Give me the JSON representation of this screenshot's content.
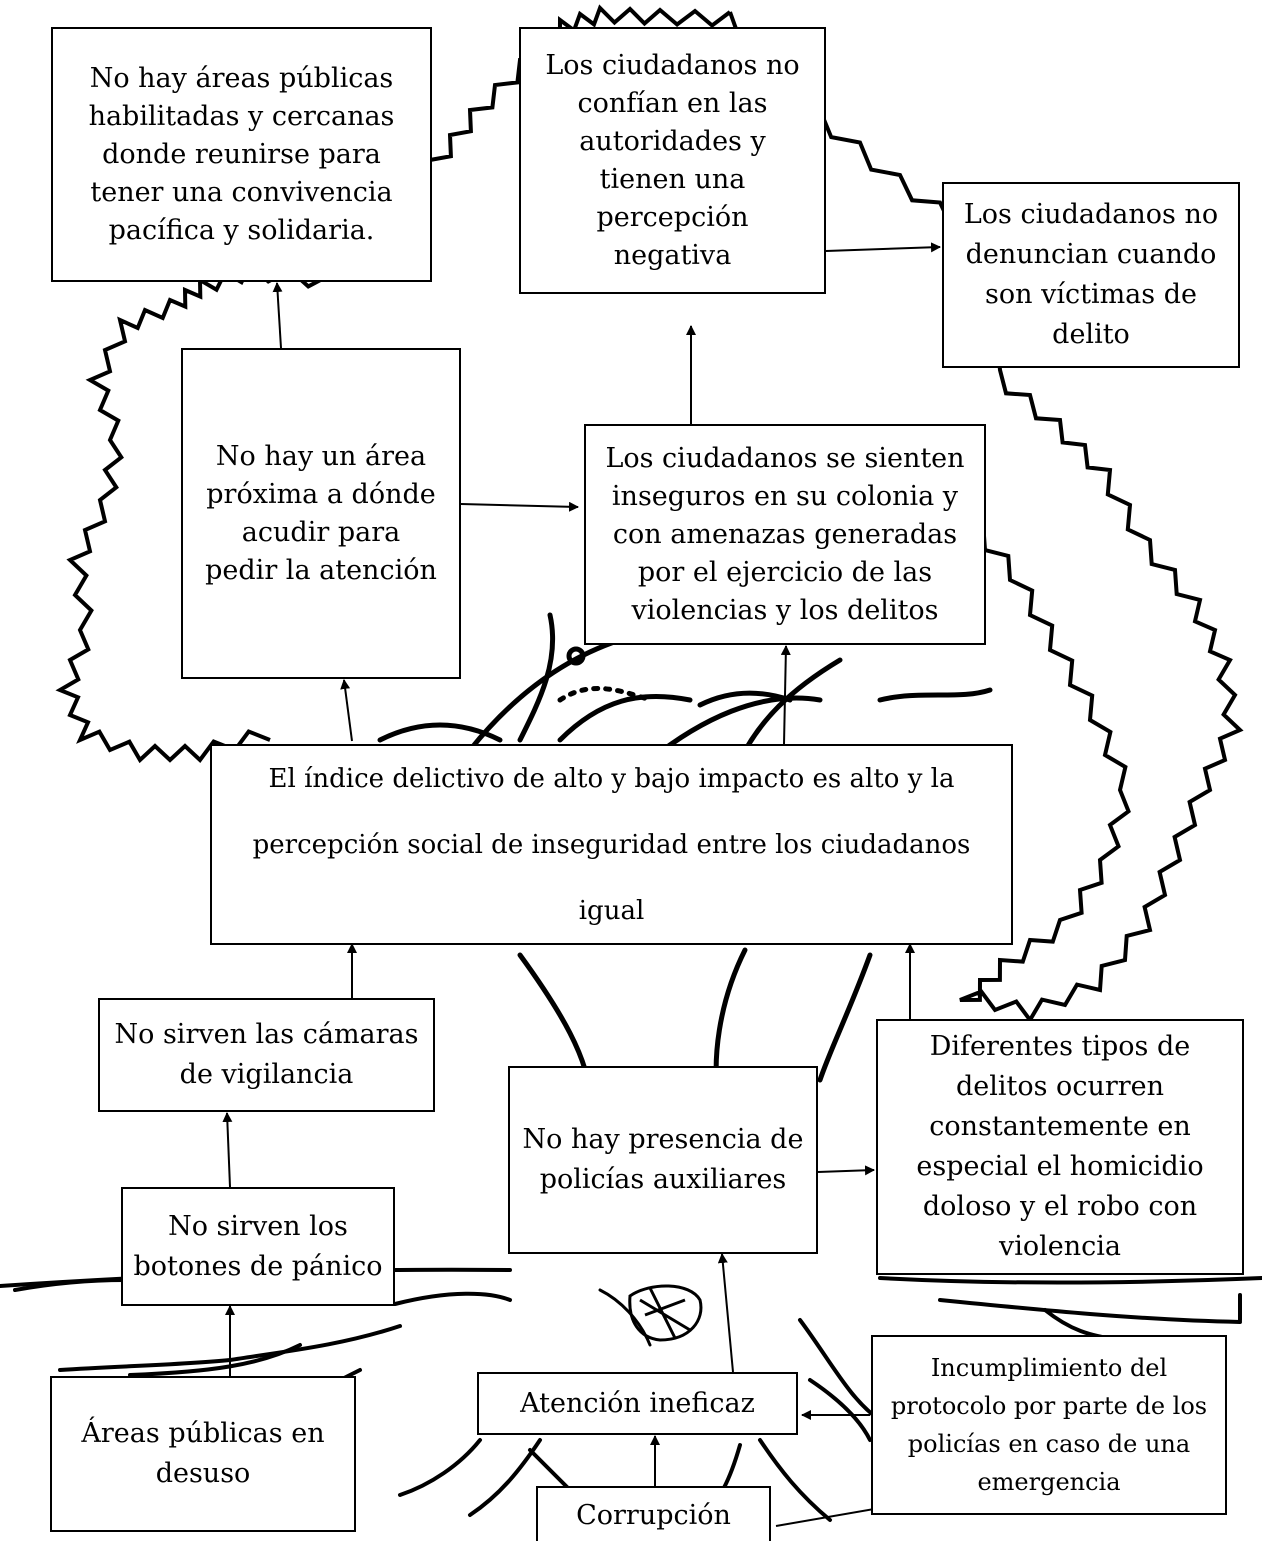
{
  "diagram": {
    "colors": {
      "stroke": "#000000",
      "background": "#ffffff",
      "tree_line": "#000000"
    },
    "nodes": {
      "no_areas_publicas": "No hay áreas públicas habilitadas y cercanas donde reunirse para tener una convivencia pacífica y solidaria.",
      "no_confian": "Los ciudadanos no confían en las autoridades y tienen una percepción negativa",
      "no_denuncian": "Los ciudadanos no denuncian cuando son víctimas de delito",
      "no_area_proxima": "No hay un área próxima a dónde acudir para pedir la atención",
      "se_sienten_inseguros": "Los ciudadanos se sienten inseguros en su colonia y con amenazas generadas por el ejercicio de las violencias y los delitos",
      "indice_delictivo": "El índice delictivo de alto y bajo impacto es alto y la percepción social de inseguridad entre los ciudadanos igual",
      "camaras": "No sirven las cámaras de vigilancia",
      "policias_auxiliares": "No hay presencia de policías auxiliares",
      "tipos_delitos": "Diferentes tipos de delitos ocurren constantemente en especial el homicidio doloso y el robo con violencia",
      "botones_panico": "No sirven los botones de pánico",
      "atencion_ineficaz": "Atención ineficaz",
      "incumplimiento": "Incumplimiento del protocolo por parte de los policías en caso de una emergencia",
      "areas_desuso": "Áreas públicas en desuso",
      "corrupcion": "Corrupción"
    }
  }
}
